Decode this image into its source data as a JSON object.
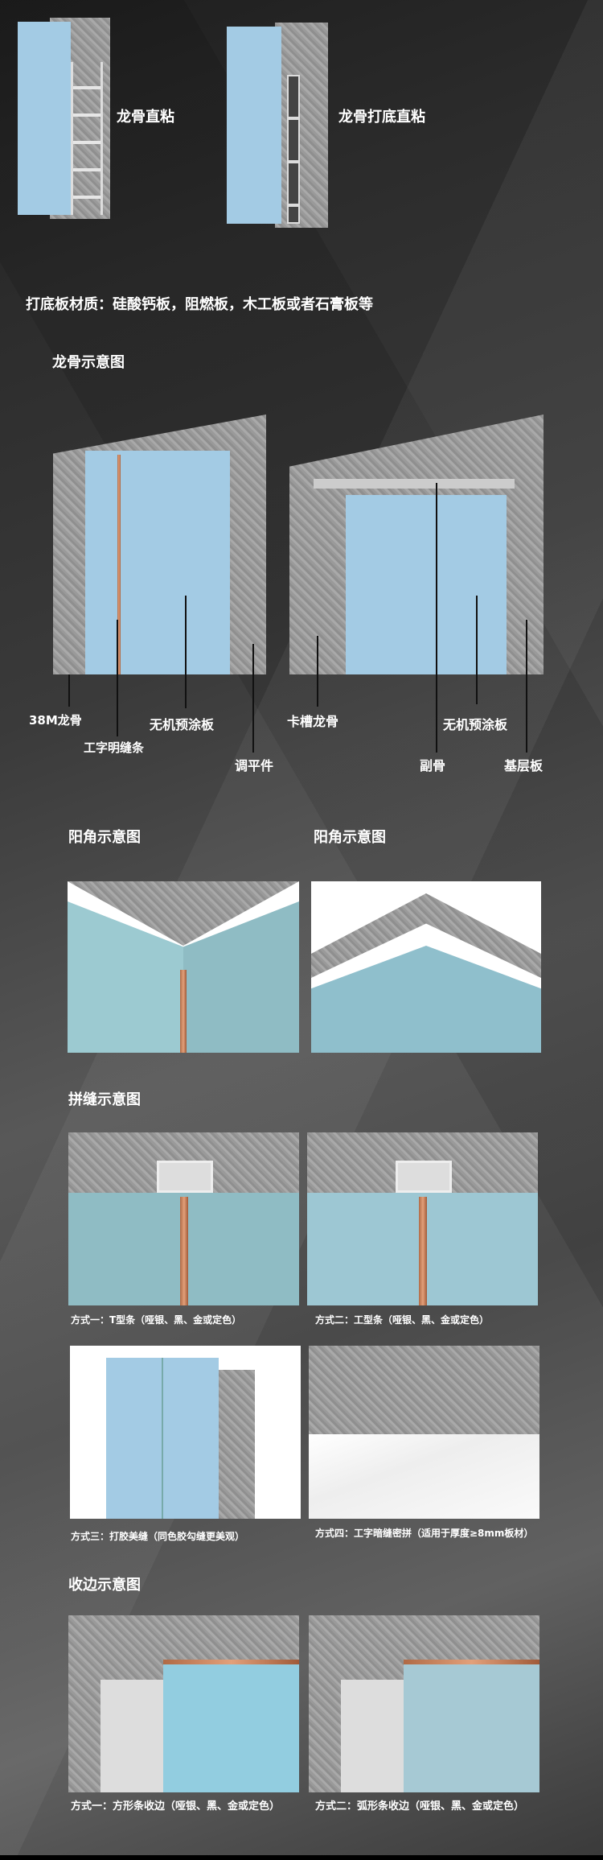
{
  "top": {
    "left_label": "龙骨直粘",
    "right_label": "龙骨打底直粘"
  },
  "material_note": "打底板材质：硅酸钙板，阻燃板，木工板或者石膏板等",
  "keel": {
    "title": "龙骨示意图",
    "labels": [
      "38M龙骨",
      "工字明缝条",
      "无机预涂板",
      "调平件",
      "卡槽龙骨",
      "副骨",
      "无机预涂板",
      "基层板"
    ]
  },
  "corner": {
    "title_left": "阳角示意图",
    "title_right": "阳角示意图"
  },
  "seam": {
    "title": "拼缝示意图",
    "captions": [
      "方式一：T型条（哑银、黑、金或定色）",
      "方式二：工型条（哑银、黑、金或定色）",
      "方式三：打胶美缝（同色胶勾缝更美观）",
      "方式四：工字暗缝密拼（适用于厚度≥8mm板材）"
    ]
  },
  "edge": {
    "title": "收边示意图",
    "captions": [
      "方式一：方形条收边（哑银、黑、金或定色）",
      "方式二：弧形条收边（哑银、黑、金或定色）"
    ]
  },
  "colors": {
    "panel_blue": "#a3cbe4",
    "panel_teal": "#8fbcc4",
    "copper": "#c27a52"
  }
}
